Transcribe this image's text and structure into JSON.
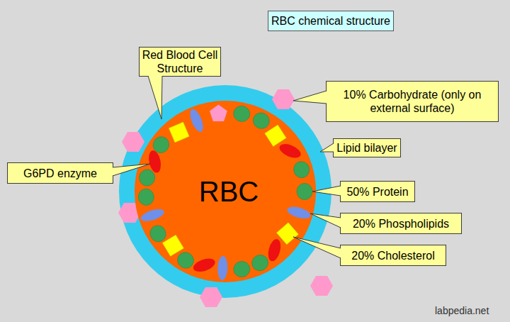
{
  "diagram": {
    "title": "RBC chemical structure",
    "nodes": [
      {
        "text": [
          "Red Blood Cell Structure"
        ]
      },
      {
        "text": [
          "10% Carbohydrate (only on external surface)"
        ]
      },
      {
        "text": [
          "Lipid bilayer"
        ]
      },
      {
        "text": [
          "G6PD enzyme"
        ]
      },
      {
        "text": [
          "RBC"
        ]
      },
      {
        "text": [
          "50% Protein"
        ]
      },
      {
        "text": [
          "20% Phospholipids"
        ]
      },
      {
        "text": [
          "20% Cholesterol"
        ]
      }
    ],
    "labels": [
      "labpedia.net"
    ]
  }
}
